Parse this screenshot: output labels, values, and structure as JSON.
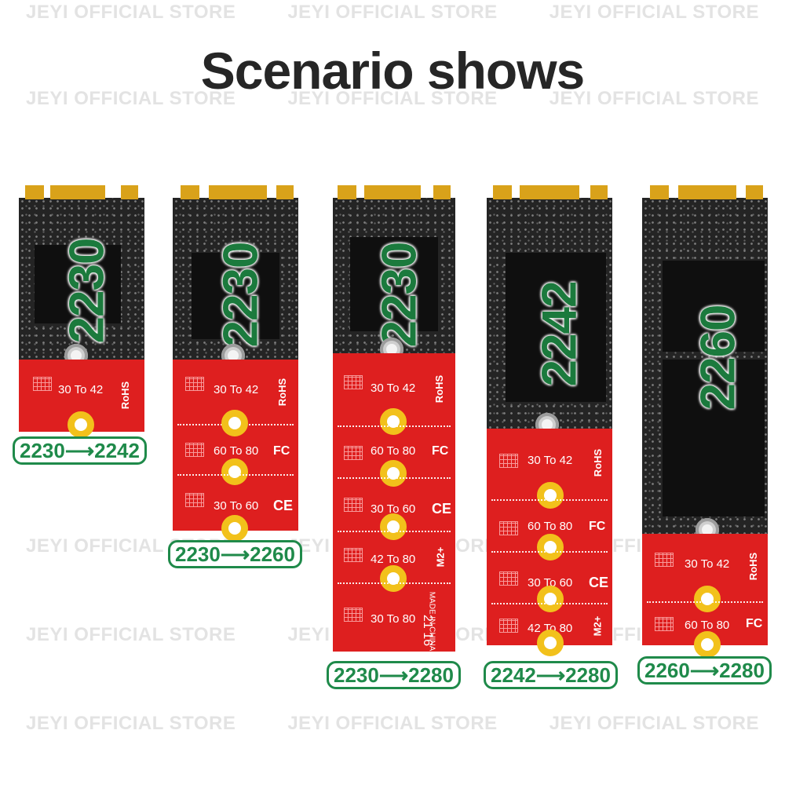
{
  "watermark": "JEYI OFFICIAL STORE",
  "title": "Scenario shows",
  "colors": {
    "pcb": "#242424",
    "extender": "#de1f1f",
    "gold": "#f2c11b",
    "label_green": "#1f8a4a"
  },
  "cards": [
    {
      "capacity": "2230",
      "arrow_label": "2230⟶2242",
      "segments": [
        {
          "text": "30 To 42",
          "mark": "RoHS"
        }
      ]
    },
    {
      "capacity": "2230",
      "arrow_label": "2230⟶2260",
      "segments": [
        {
          "text": "30 To 42",
          "mark": "RoHS"
        },
        {
          "text": "60 To 80",
          "mark": "FC"
        },
        {
          "text": "30 To 60",
          "mark": "CE"
        }
      ]
    },
    {
      "capacity": "2230",
      "arrow_label": "2230⟶2280",
      "segments": [
        {
          "text": "30 To 42",
          "mark": "RoHS"
        },
        {
          "text": "60 To 80",
          "mark": "FC"
        },
        {
          "text": "30 To 60",
          "mark": "CE"
        },
        {
          "text": "42 To 80",
          "mark": "M2+"
        },
        {
          "text": "30 To 80",
          "mark": ""
        }
      ],
      "vertical_text": [
        "21 16",
        "MADE IN CHINA"
      ]
    },
    {
      "capacity": "2242",
      "arrow_label": "2242⟶2280",
      "segments": [
        {
          "text": "30 To 42",
          "mark": "RoHS"
        },
        {
          "text": "60 To 80",
          "mark": "FC"
        },
        {
          "text": "30 To 60",
          "mark": "CE"
        },
        {
          "text": "42 To 80",
          "mark": "M2+"
        }
      ]
    },
    {
      "capacity": "2260",
      "arrow_label": "2260⟶2280",
      "segments": [
        {
          "text": "30 To 42",
          "mark": "RoHS"
        },
        {
          "text": "60 To 80",
          "mark": "FC"
        }
      ]
    }
  ]
}
